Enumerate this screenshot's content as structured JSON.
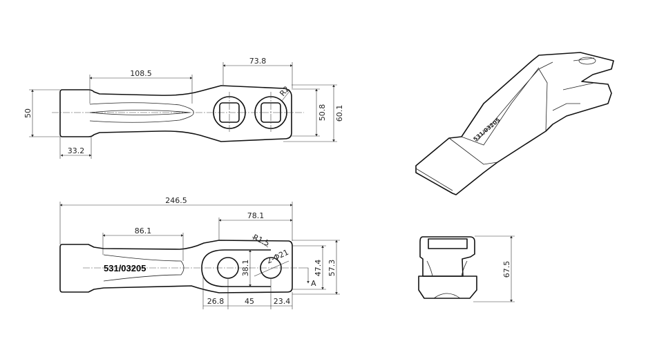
{
  "top_view": {
    "dims": {
      "d108_5": "108.5",
      "d73_8": "73.8",
      "d50": "50",
      "d33_2": "33.2",
      "d50_8": "50.8",
      "d60_1": "60.1",
      "r2": "R2"
    }
  },
  "side_view": {
    "part_number": "531/03205",
    "dims": {
      "d246_5": "246.5",
      "d78_1": "78.1",
      "d86_1": "86.1",
      "r1_5": "R1.5",
      "holes": "2-Φ21",
      "d38_1": "38.1",
      "d47_4": "47.4",
      "d57_3": "57.3",
      "d26_8": "26.8",
      "d45": "45",
      "d23_4": "23.4",
      "section": "A"
    }
  },
  "front_view": {
    "dims": {
      "d67_5": "67.5"
    }
  }
}
